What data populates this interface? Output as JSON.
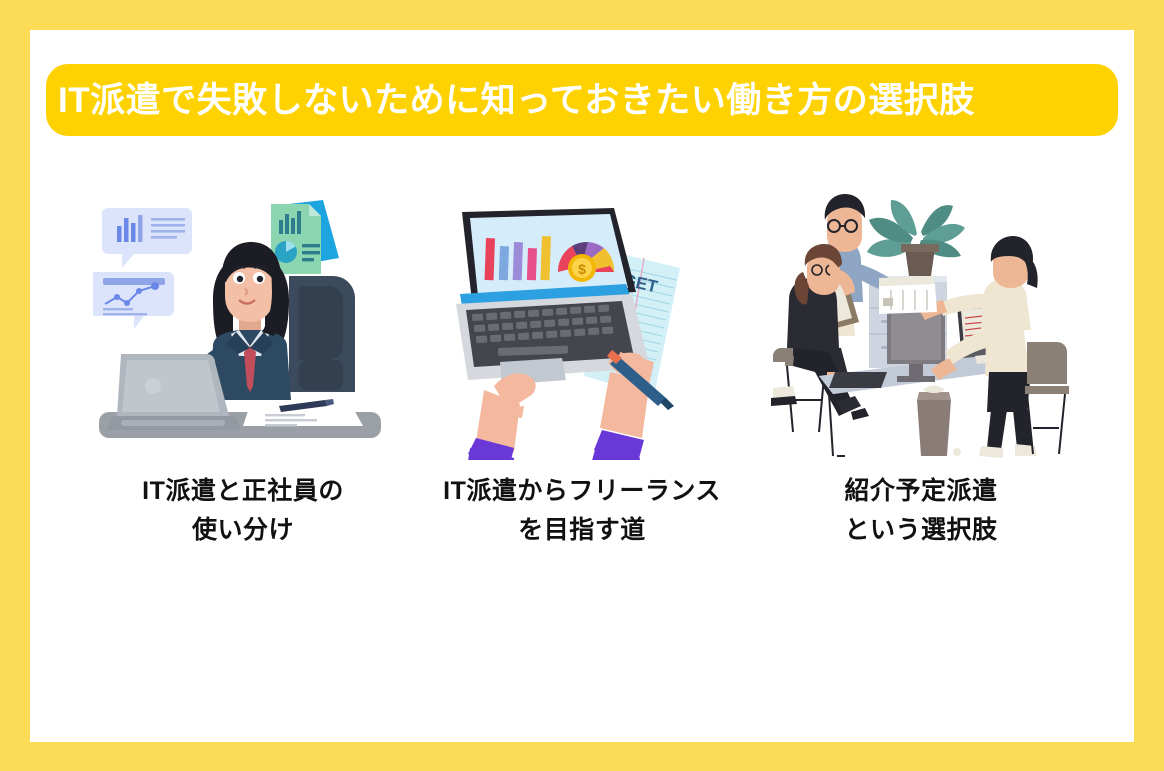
{
  "theme": {
    "border_color": "#FCDC57",
    "panel_color": "#FFFFFF",
    "banner_color": "#FDD200",
    "banner_text_color": "#FFFFFF",
    "caption_text_color": "#111111"
  },
  "banner": {
    "title": "IT派遣で失敗しないために知っておきたい働き方の選択肢"
  },
  "columns": [
    {
      "illustration_name": "businesswoman-at-desk-with-laptop",
      "caption_line1": "IT派遣と正社員の",
      "caption_line2": "使い分け",
      "illustration_details": {
        "person": "woman in navy suit with red tie",
        "hair_color": "#1C1C24",
        "suit_color": "#2E4A63",
        "tie_color": "#C14E5A",
        "skin_color": "#F3BFA6",
        "chair_color": "#3B4A5C",
        "laptop_color": "#AFB6BD",
        "desk_color": "#9AA0A6",
        "bubble_color": "#DCE4FB",
        "bubble_accent": "#6B87E8",
        "document_green": "#8BD6B0",
        "document_blue": "#1CA5E0"
      }
    },
    {
      "illustration_name": "laptop-top-view-with-budget-notepad",
      "caption_line1": "IT派遣からフリーランス",
      "caption_line2": "を目指す道",
      "illustration_details": {
        "notepad_label": "BUDGET",
        "coin_symbol": "$",
        "sleeve_color": "#6B38D8",
        "skin_color": "#F3B89E",
        "laptop_body": "#D5D9DE",
        "screen_bg": "#D5ECFA",
        "notepad_color": "#D3F0F7",
        "pen_color": "#2E5F8A",
        "bar_colors": [
          "#E8435B",
          "#7FA8E0",
          "#9B8BD8",
          "#F0C030",
          "#E8508A"
        ],
        "coin_color": "#F2B705"
      }
    },
    {
      "illustration_name": "office-team-moving-boxes-scene",
      "caption_line1": "紹介予定派遣",
      "caption_line2": "という選択肢",
      "illustration_details": {
        "people_count": 3,
        "desk_color": "#D3D9E4",
        "monitor_color": "#7E7B80",
        "plant_color": "#5E9E94",
        "cabinet_color": "#CFD5E0",
        "bin_color": "#8A7D78",
        "shirt_blue": "#8FA5C4",
        "shirt_black": "#2B2B33",
        "shirt_cream": "#EFE6D2",
        "pants_dark": "#23232B",
        "skin_color": "#EDB796"
      }
    }
  ]
}
